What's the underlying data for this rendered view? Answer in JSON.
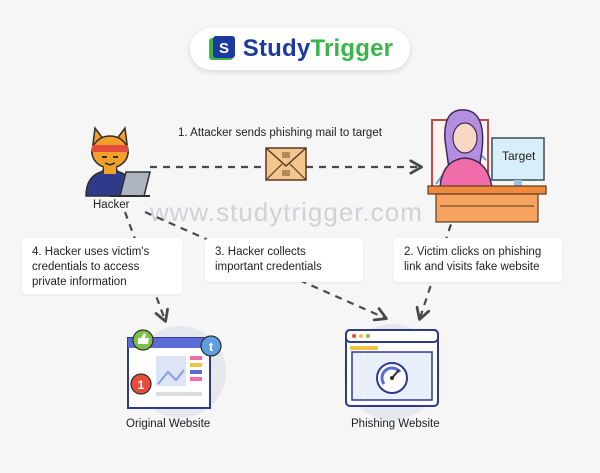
{
  "brand": {
    "name_prefix": "Study",
    "name_suffix": "Trigger",
    "watermark": "www.studytrigger.com",
    "colors": {
      "primary": "#1a3a9e",
      "accent": "#3bb54a"
    }
  },
  "actors": {
    "hacker": "Hacker",
    "target": "Target"
  },
  "steps": [
    {
      "text": "1. Attacker sends phishing mail to target"
    },
    {
      "text": "2. Victim clicks on phishing link and visits fake website"
    },
    {
      "text": "3. Hacker collects important credentials"
    },
    {
      "text": "4. Hacker uses victim's credentials to access private information"
    }
  ],
  "sites": {
    "original": "Original Website",
    "phishing": "Phishing Website"
  },
  "icons": [
    "hacker-cat-icon",
    "mail-envelope-icon",
    "target-woman-icon",
    "original-site-icon",
    "like-badge-icon",
    "tumblr-badge-icon",
    "notification-badge-icon",
    "phishing-site-icon",
    "gauge-icon"
  ]
}
